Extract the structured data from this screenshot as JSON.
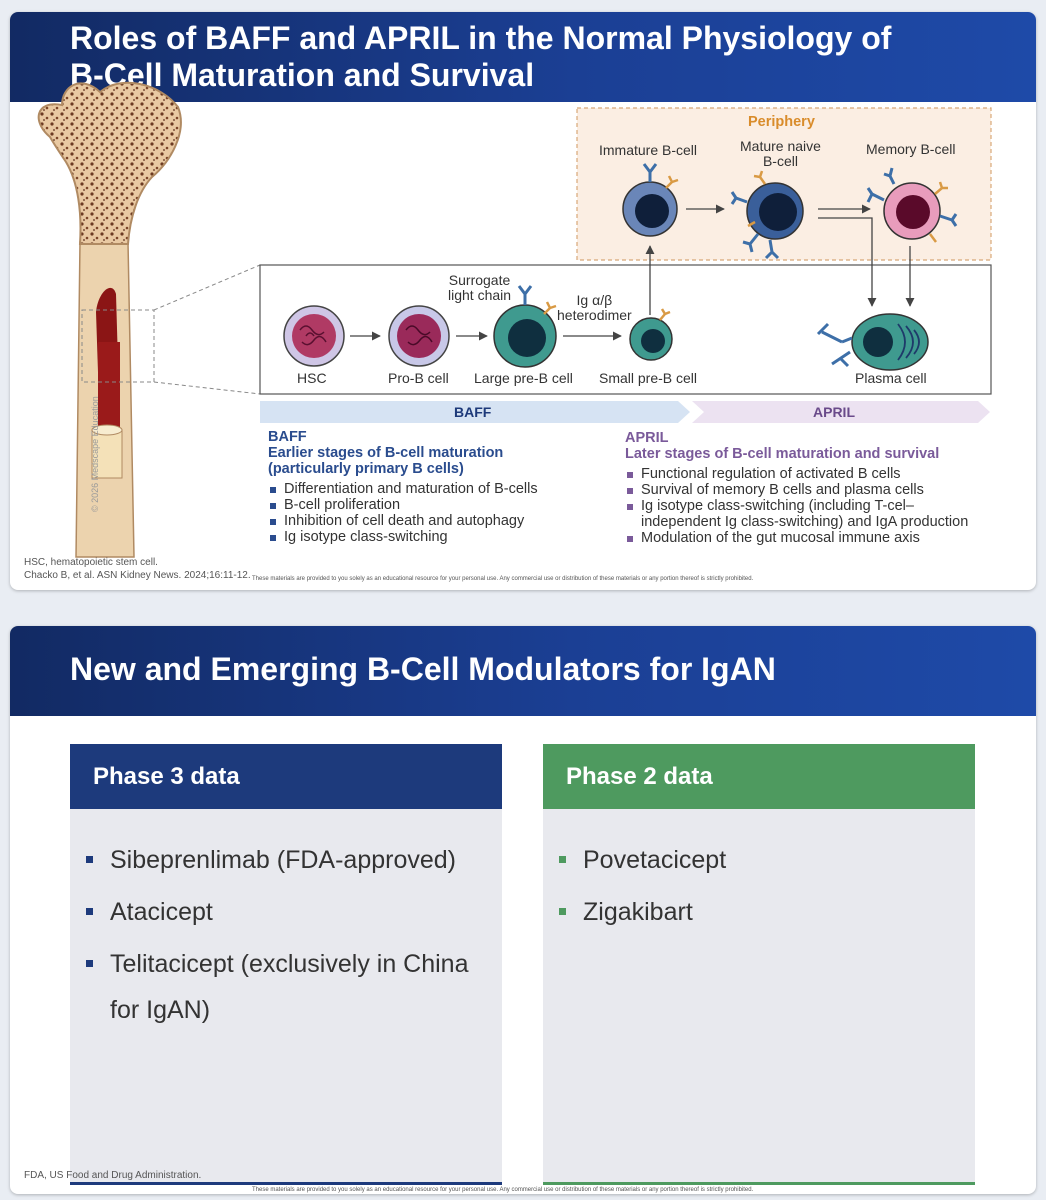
{
  "slide1": {
    "title_line1": "Roles of BAFF and APRIL in the Normal Physiology of",
    "title_line2": "B-Cell Maturation and Survival",
    "periphery_label": "Periphery",
    "cells": {
      "immature": "Immature B-cell",
      "mature_naive_1": "Mature naive",
      "mature_naive_2": "B-cell",
      "memory": "Memory B-cell",
      "hsc": "HSC",
      "pro_b": "Pro-B cell",
      "large_pre_b": "Large pre-B cell",
      "small_pre_b": "Small pre-B cell",
      "plasma": "Plasma cell"
    },
    "annotations": {
      "surrogate_1": "Surrogate",
      "surrogate_2": "light chain",
      "ig_1": "Ig α/β",
      "ig_2": "heterodimer"
    },
    "bars": {
      "baff": "BAFF",
      "april": "APRIL"
    },
    "baff_block": {
      "heading": "BAFF",
      "sub1": "Earlier stages of B-cell maturation",
      "sub2": "(particularly primary B cells)",
      "items": [
        "Differentiation and maturation of B-cells",
        "B-cell proliferation",
        "Inhibition of cell death and autophagy",
        "Ig isotype class-switching"
      ]
    },
    "april_block": {
      "heading": "APRIL",
      "sub1": "Later stages of B-cell maturation and survival",
      "items": [
        "Functional regulation of activated B cells",
        "Survival of memory B cells and plasma cells",
        "Ig isotype class-switching (including T-cel–",
        "independent Ig class-switching) and IgA production",
        "Modulation of the gut mucosal immune axis"
      ]
    },
    "copyright": "© 2026 Medscape Education",
    "footnote1": "HSC, hematopoietic stem cell.",
    "footnote2": "Chacko B, et al. ASN Kidney News. 2024;16:11-12.",
    "disclaimer": "These materials are provided to you solely as an educational resource for your personal use. Any commercial use or distribution of these materials or any portion thereof is strictly prohibited.",
    "colors": {
      "header": "#1b3f94",
      "baff": "#2a4c8e",
      "april": "#7a5a9a",
      "periphery": "#fbeee3",
      "periphery_label": "#d98c2b"
    }
  },
  "slide2": {
    "title": "New and Emerging B-Cell Modulators for IgAN",
    "phase3": {
      "title": "Phase 3 data",
      "items": [
        "Sibeprenlimab (FDA-approved)",
        "Atacicept",
        "Telitacicept (exclusively in China",
        "for IgAN)"
      ]
    },
    "phase2": {
      "title": "Phase 2 data",
      "items": [
        "Povetacicept",
        "Zigakibart"
      ]
    },
    "footnote": "FDA, US Food and Drug Administration.",
    "disclaimer": "These materials are provided to you solely as an educational resource for your personal use. Any commercial use or distribution of these materials or any portion thereof is strictly prohibited.",
    "colors": {
      "phase3": "#1d3a7c",
      "phase2": "#4e9a5f",
      "panel_bg": "#e8e9ee"
    }
  }
}
